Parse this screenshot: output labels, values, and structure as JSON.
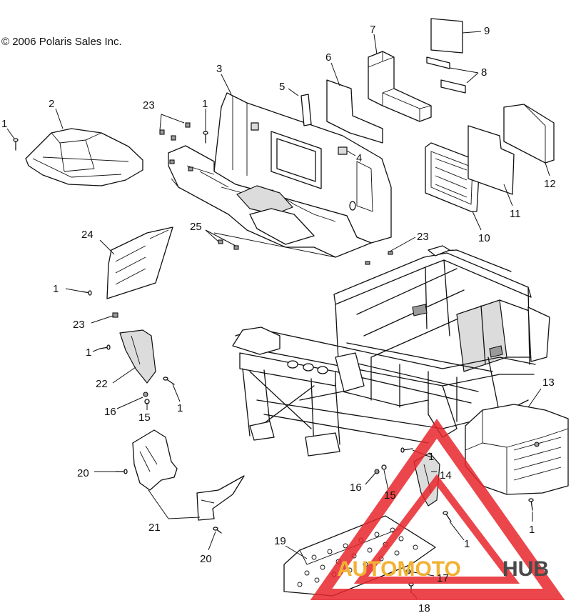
{
  "copyright": "© 2006 Polaris Sales Inc.",
  "callouts": {
    "c1a": "1",
    "c1b": "1",
    "c1c": "1",
    "c1d": "1",
    "c1e": "1",
    "c1f": "1",
    "c1g": "1",
    "c1h": "1",
    "c2": "2",
    "c3": "3",
    "c4": "4",
    "c5": "5",
    "c6": "6",
    "c7": "7",
    "c8": "8",
    "c9": "9",
    "c10": "10",
    "c11": "11",
    "c12": "12",
    "c13": "13",
    "c14": "14",
    "c15a": "15",
    "c15b": "15",
    "c16a": "16",
    "c16b": "16",
    "c17": "17",
    "c18": "18",
    "c19": "19",
    "c20a": "20",
    "c20b": "20",
    "c21": "21",
    "c22": "22",
    "c23a": "23",
    "c23b": "23",
    "c23c": "23",
    "c24": "24",
    "c25": "25"
  },
  "watermark": {
    "brand_part1": "AUTOMOTO",
    "brand_part2": "HUB",
    "color_red": "#e8262c",
    "color_yellow": "#f2b233",
    "color_dark": "#4a4a4a"
  }
}
